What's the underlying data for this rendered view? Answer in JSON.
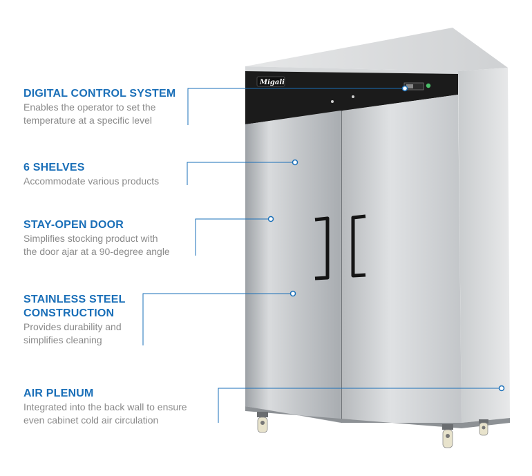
{
  "brand": "Migali",
  "features": [
    {
      "title": "DIGITAL CONTROL SYSTEM",
      "desc_lines": [
        "Enables the operator to set the",
        "temperature at a specific level"
      ]
    },
    {
      "title": "6 SHELVES",
      "desc_lines": [
        "Accommodate various products"
      ]
    },
    {
      "title": "STAY-OPEN DOOR",
      "desc_lines": [
        "Simplifies stocking product with",
        "the door ajar at a 90-degree angle"
      ]
    },
    {
      "title_lines": [
        "STAINLESS STEEL",
        "CONSTRUCTION"
      ],
      "desc_lines": [
        "Provides durability and",
        "simplifies cleaning"
      ]
    },
    {
      "title": "AIR PLENUM",
      "desc_lines": [
        "Integrated into the back wall to ensure",
        "even cabinet cold air circulation"
      ]
    }
  ],
  "colors": {
    "accent": "#1a6fb8",
    "description": "#8a8a8a",
    "panel": "#1b1b1b"
  }
}
